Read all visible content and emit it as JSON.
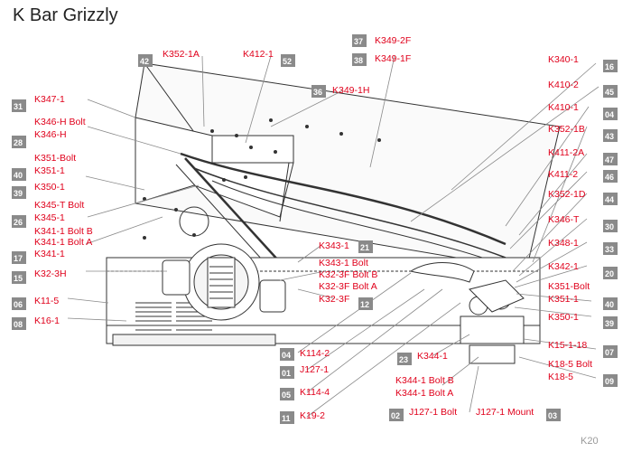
{
  "title": "K Bar Grizzly",
  "figure_id": "K20",
  "colors": {
    "label": "#e0001b",
    "badge": "#8a8a8a",
    "line": "#333333"
  },
  "parts": [
    {
      "code": "K352-1A",
      "num": "42"
    },
    {
      "code": "K412-1",
      "num": "52"
    },
    {
      "code": "K349-2F",
      "num": "37"
    },
    {
      "code": "K349-1F",
      "num": "38"
    },
    {
      "code": "K349-1H",
      "num": "36"
    },
    {
      "code": "K340-1",
      "num": "16"
    },
    {
      "code": "K410-2",
      "num": "45"
    },
    {
      "code": "K410-1",
      "num": "04"
    },
    {
      "code": "K352-1B",
      "num": "43"
    },
    {
      "code": "K411-2A",
      "num": "47"
    },
    {
      "code": "K411-2",
      "num": "46"
    },
    {
      "code": "K352-1D",
      "num": "44"
    },
    {
      "code": "K346-T",
      "num": "30"
    },
    {
      "code": "K348-1",
      "num": "33"
    },
    {
      "code": "K342-1",
      "num": "20"
    },
    {
      "code": "K351-Bolt",
      "num": ""
    },
    {
      "code": "K351-1",
      "num": "40"
    },
    {
      "code": "K350-1",
      "num": "39"
    },
    {
      "code": "K15-1-18",
      "num": "07"
    },
    {
      "code": "K18-5 Bolt",
      "num": ""
    },
    {
      "code": "K18-5",
      "num": "09"
    },
    {
      "code": "K347-1",
      "num": "31"
    },
    {
      "code": "K346-H Bolt",
      "num": ""
    },
    {
      "code": "K346-H",
      "num": "28"
    },
    {
      "code": "K351-Bolt",
      "num": ""
    },
    {
      "code": "K351-1",
      "num": "40"
    },
    {
      "code": "K350-1",
      "num": "39"
    },
    {
      "code": "K345-T Bolt",
      "num": ""
    },
    {
      "code": "K345-1",
      "num": "26"
    },
    {
      "code": "K341-1 Bolt B",
      "num": ""
    },
    {
      "code": "K341-1 Bolt A",
      "num": ""
    },
    {
      "code": "K341-1",
      "num": "17"
    },
    {
      "code": "K32-3H",
      "num": "15"
    },
    {
      "code": "K11-5",
      "num": "06"
    },
    {
      "code": "K16-1",
      "num": "08"
    },
    {
      "code": "K343-1",
      "num": "21"
    },
    {
      "code": "K343-1 Bolt",
      "num": ""
    },
    {
      "code": "K32-3F Bolt B",
      "num": ""
    },
    {
      "code": "K32-3F Bolt A",
      "num": ""
    },
    {
      "code": "K32-3F",
      "num": "12"
    },
    {
      "code": "K114-2",
      "num": "04"
    },
    {
      "code": "J127-1",
      "num": "01"
    },
    {
      "code": "K114-4",
      "num": "05"
    },
    {
      "code": "K19-2",
      "num": "11"
    },
    {
      "code": "K344-1",
      "num": "23"
    },
    {
      "code": "K344-1 Bolt B",
      "num": ""
    },
    {
      "code": "K344-1 Bolt A",
      "num": ""
    },
    {
      "code": "J127-1 Bolt",
      "num": "02"
    },
    {
      "code": "J127-1 Mount",
      "num": "03"
    }
  ]
}
